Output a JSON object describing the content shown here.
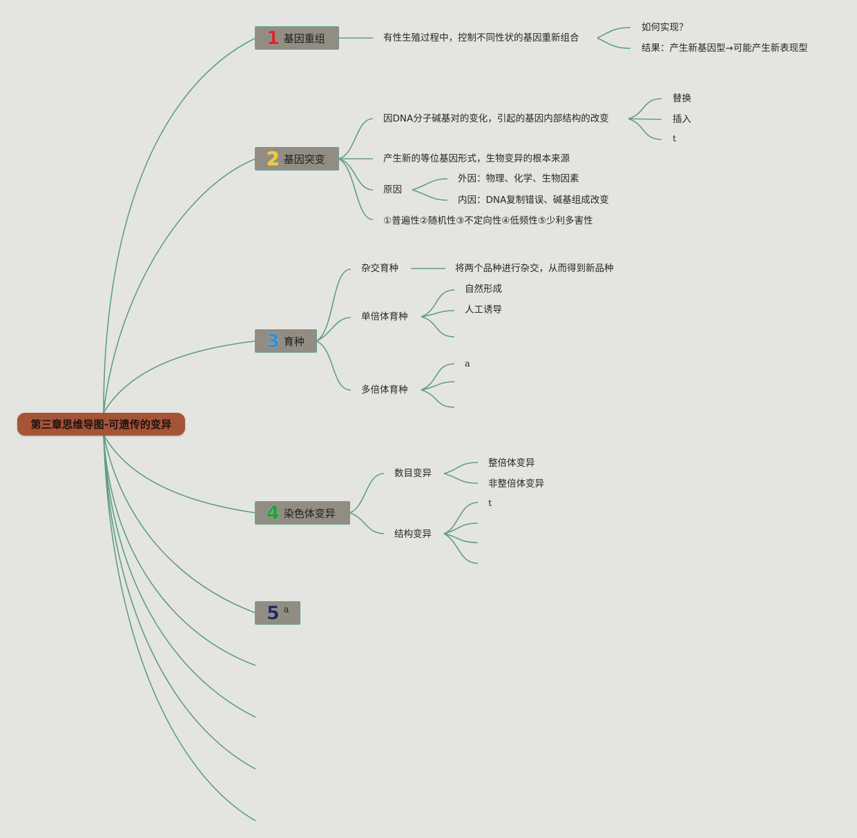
{
  "root": {
    "label": "第三章思维导图-可遗传的变异"
  },
  "colors": {
    "background": "#e4e5e1",
    "root_fill": "#a55438",
    "topic_fill": "#928d82",
    "connector": "#5f9c87",
    "num1": "#d12a2f",
    "num2": "#f0cc3a",
    "num3": "#2d8fd5",
    "num4": "#23a03a",
    "num5": "#1f2a66"
  },
  "topics": [
    {
      "num": "1",
      "label": "基因重组",
      "children": [
        {
          "label": "有性生殖过程中，控制不同性状的基因重新组合",
          "children": [
            {
              "label": "如何实现？"
            },
            {
              "label": "结果：产生新基因型→可能产生新表现型"
            }
          ]
        }
      ]
    },
    {
      "num": "2",
      "label": "基因突变",
      "children": [
        {
          "label": "因DNA分子碱基对的变化，引起的基因内部结构的改变",
          "children": [
            {
              "label": "替换"
            },
            {
              "label": "插入"
            },
            {
              "label": "t"
            }
          ]
        },
        {
          "label": "产生新的等位基因形式，生物变异的根本来源"
        },
        {
          "label": "原因",
          "children": [
            {
              "label": "外因：物理、化学、生物因素"
            },
            {
              "label": "内因：DNA复制错误、碱基组成改变"
            }
          ]
        },
        {
          "label": "①普遍性②随机性③不定向性④低频性⑤少利多害性"
        }
      ]
    },
    {
      "num": "3",
      "label": "育种",
      "children": [
        {
          "label": "杂交育种",
          "children": [
            {
              "label": "将两个品种进行杂交，从而得到新品种"
            }
          ]
        },
        {
          "label": "单倍体育种",
          "children": [
            {
              "label": "自然形成"
            },
            {
              "label": "人工诱导"
            },
            {
              "label": ""
            }
          ]
        },
        {
          "label": "多倍体育种",
          "children": [
            {
              "label": "a"
            },
            {
              "label": ""
            },
            {
              "label": ""
            }
          ]
        }
      ]
    },
    {
      "num": "4",
      "label": "染色体变异",
      "children": [
        {
          "label": "数目变异",
          "children": [
            {
              "label": "整倍体变异"
            },
            {
              "label": "非整倍体变异"
            }
          ]
        },
        {
          "label": "结构变异",
          "children": [
            {
              "label": "t"
            },
            {
              "label": ""
            },
            {
              "label": ""
            },
            {
              "label": ""
            }
          ]
        }
      ]
    },
    {
      "num": "5",
      "label": "a"
    }
  ]
}
